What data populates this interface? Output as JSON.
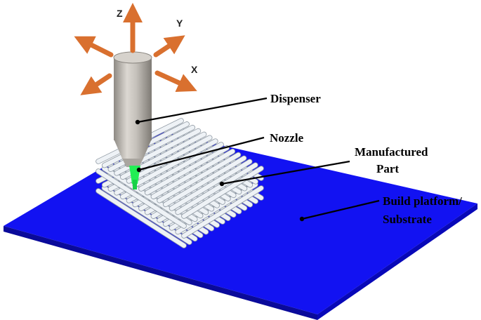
{
  "axes": {
    "z": "Z",
    "y": "Y",
    "x": "X"
  },
  "labels": {
    "dispenser": "Dispenser",
    "nozzle": "Nozzle",
    "part_line1": "Manufactured",
    "part_line2": "Part",
    "platform_line1": "Build platform/",
    "platform_line2": "Substrate"
  },
  "colors": {
    "platform_top": "#1010f0",
    "platform_side": "#0a0aa8",
    "dispenser": "#b8b4ae",
    "nozzle_tip": "#22ee55",
    "arrow": "#e07a3a",
    "filament": "#e6ecf2"
  }
}
